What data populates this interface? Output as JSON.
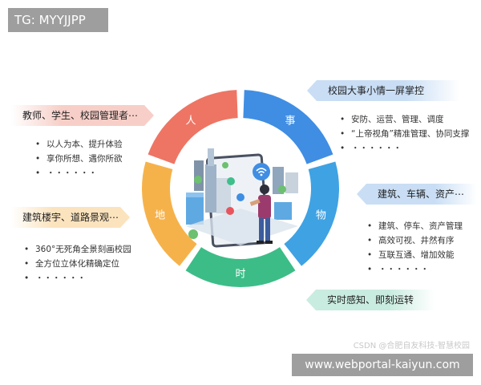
{
  "tag": "TG: MYYJJPP",
  "segments": {
    "ren": "人",
    "shi_event": "事",
    "wu": "物",
    "shi_time": "时",
    "di": "地"
  },
  "colors": {
    "ren": "#ee7564",
    "shi_event": "#3f8ee3",
    "wu": "#3fa2e3",
    "shi_time": "#3cbd87",
    "di": "#f6b24a"
  },
  "people": {
    "banner": "教师、学生、校园管理者⋯",
    "items": [
      "以人为本、提升体验",
      "享你所想、遇你所欲",
      "・・・・・・"
    ]
  },
  "events": {
    "banner": "校园大事小情一屏掌控",
    "items": [
      "安防、运营、管理、调度",
      "“上帝视角”精准管理、协同支撑",
      "・・・・・・"
    ]
  },
  "things": {
    "banner": "建筑、车辆、资产⋯",
    "items": [
      "建筑、停车、资产管理",
      "高效可视、井然有序",
      "互联互通、增加效能",
      "・・・・・・"
    ]
  },
  "places": {
    "banner": "建筑楼宇、道路景观⋯",
    "items": [
      "360°无死角全景刻画校园",
      "全方位立体化精确定位",
      "・・・・・・"
    ]
  },
  "time": {
    "banner": "实时感知、即刻运转"
  },
  "credit": "CSDN @合肥自友科技-智慧校园",
  "footer": "www.webportal-kaiyun.com",
  "icons": [
    "smart-city-illustration",
    "wifi-icon",
    "person-with-tablet"
  ]
}
